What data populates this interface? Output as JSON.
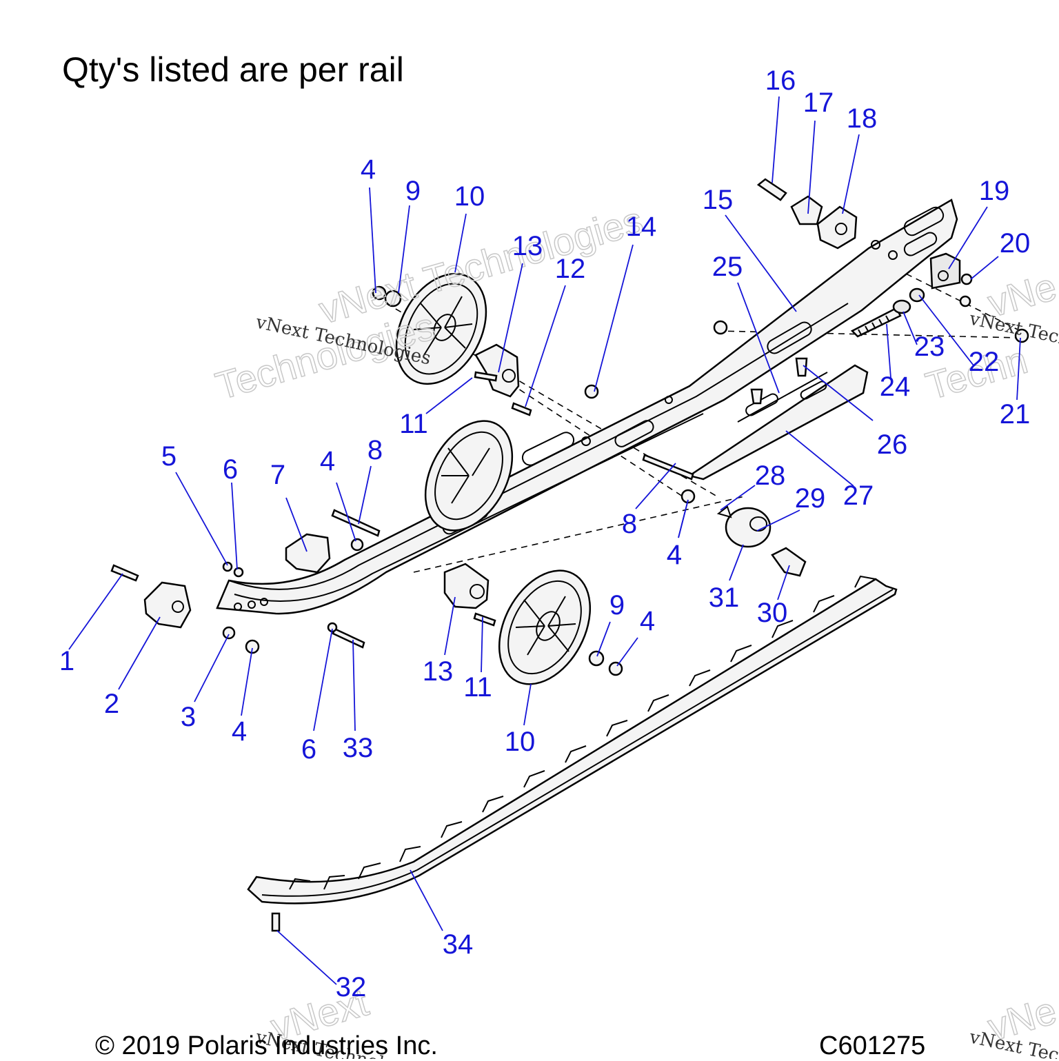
{
  "heading": "Qty's listed are per rail",
  "copyright": "© 2019 Polaris Industries Inc.",
  "diagram_code": "C601275",
  "watermark": "vNext Technologies",
  "colors": {
    "callout": "#1515d8",
    "leader": "#1515d8",
    "line_art": "#000000"
  },
  "callouts": [
    {
      "n": "1"
    },
    {
      "n": "2"
    },
    {
      "n": "3"
    },
    {
      "n": "4"
    },
    {
      "n": "4"
    },
    {
      "n": "5"
    },
    {
      "n": "6"
    },
    {
      "n": "6"
    },
    {
      "n": "7"
    },
    {
      "n": "4"
    },
    {
      "n": "8"
    },
    {
      "n": "33"
    },
    {
      "n": "13"
    },
    {
      "n": "11"
    },
    {
      "n": "10"
    },
    {
      "n": "9"
    },
    {
      "n": "4"
    },
    {
      "n": "11"
    },
    {
      "n": "4"
    },
    {
      "n": "9"
    },
    {
      "n": "10"
    },
    {
      "n": "13"
    },
    {
      "n": "12"
    },
    {
      "n": "14"
    },
    {
      "n": "15"
    },
    {
      "n": "16"
    },
    {
      "n": "17"
    },
    {
      "n": "18"
    },
    {
      "n": "25"
    },
    {
      "n": "19"
    },
    {
      "n": "20"
    },
    {
      "n": "22"
    },
    {
      "n": "23"
    },
    {
      "n": "24"
    },
    {
      "n": "21"
    },
    {
      "n": "26"
    },
    {
      "n": "27"
    },
    {
      "n": "28"
    },
    {
      "n": "29"
    },
    {
      "n": "8"
    },
    {
      "n": "4"
    },
    {
      "n": "31"
    },
    {
      "n": "30"
    },
    {
      "n": "34"
    },
    {
      "n": "32"
    }
  ]
}
